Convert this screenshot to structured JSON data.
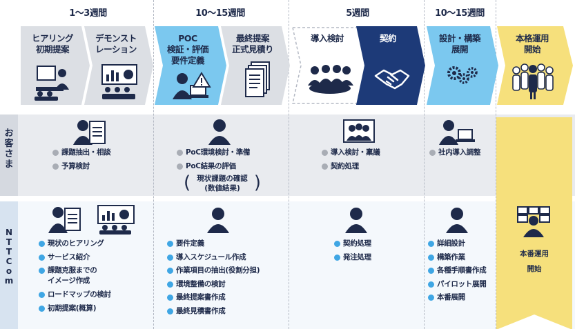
{
  "weeks": [
    "1〜3週間",
    "10〜15週間",
    "5週間",
    "10〜15週間"
  ],
  "phases": [
    {
      "line1": "ヒアリング",
      "line2": "初期提案",
      "line3": ""
    },
    {
      "line1": "デモンスト",
      "line2": "レーション",
      "line3": ""
    },
    {
      "line1": "POC",
      "line2": "検証・評価",
      "line3": "要件定義"
    },
    {
      "line1": "最終提案",
      "line2": "正式見積り",
      "line3": ""
    },
    {
      "line1": "導入検討",
      "line2": "",
      "line3": ""
    },
    {
      "line1": "契約",
      "line2": "",
      "line3": ""
    },
    {
      "line1": "設計・構築",
      "line2": "展開",
      "line3": ""
    },
    {
      "line1": "本格運用",
      "line2": "開始",
      "line3": ""
    }
  ],
  "rows": {
    "customer": {
      "label": [
        "お",
        "客",
        "さ",
        "ま"
      ]
    },
    "ntt": {
      "label": [
        "N",
        "T",
        "T",
        "C",
        "o",
        "m"
      ]
    }
  },
  "customer": {
    "col1": [
      "課題抽出・相談",
      "予算検討"
    ],
    "col2": [
      "PoC環境検討・準備",
      "PoC結果の評価"
    ],
    "col2_paren": [
      "現状課題の確認",
      "(数値結果)"
    ],
    "col3": [
      "導入検討・稟議",
      "契約処理"
    ],
    "col4": [
      "社内導入調整"
    ]
  },
  "ntt": {
    "col1": [
      "現状のヒアリング",
      "サービス紹介",
      "課題克服までの",
      "イメージ作成",
      "ロードマップの検討",
      "初期提案(概算)"
    ],
    "col2": [
      "要件定義",
      "導入スケジュール作成",
      "作業項目の抽出(役割分担)",
      "環境整備の検討",
      "最終提案書作成",
      "最終見積書作成"
    ],
    "col3": [
      "契約処理",
      "発注処理"
    ],
    "col4": [
      "詳細設計",
      "構築作業",
      "各種手順書作成",
      "パイロット展開",
      "本番展開"
    ],
    "col5": [
      "本番運用",
      "開始"
    ]
  },
  "colors": {
    "grey_chevron": "#dcdfe4",
    "light_blue": "#7bc8ef",
    "navy": "#1d3a78",
    "gold": "#f6e07c",
    "bullet_grey": "#a9adb5",
    "bullet_blue": "#3fa6e4"
  },
  "icons": [
    "meeting-icon",
    "presentation-icon",
    "person-alert-icon",
    "document-stack-icon",
    "table-meeting-icon",
    "handshake-icon",
    "gears-icon",
    "team-icon"
  ]
}
